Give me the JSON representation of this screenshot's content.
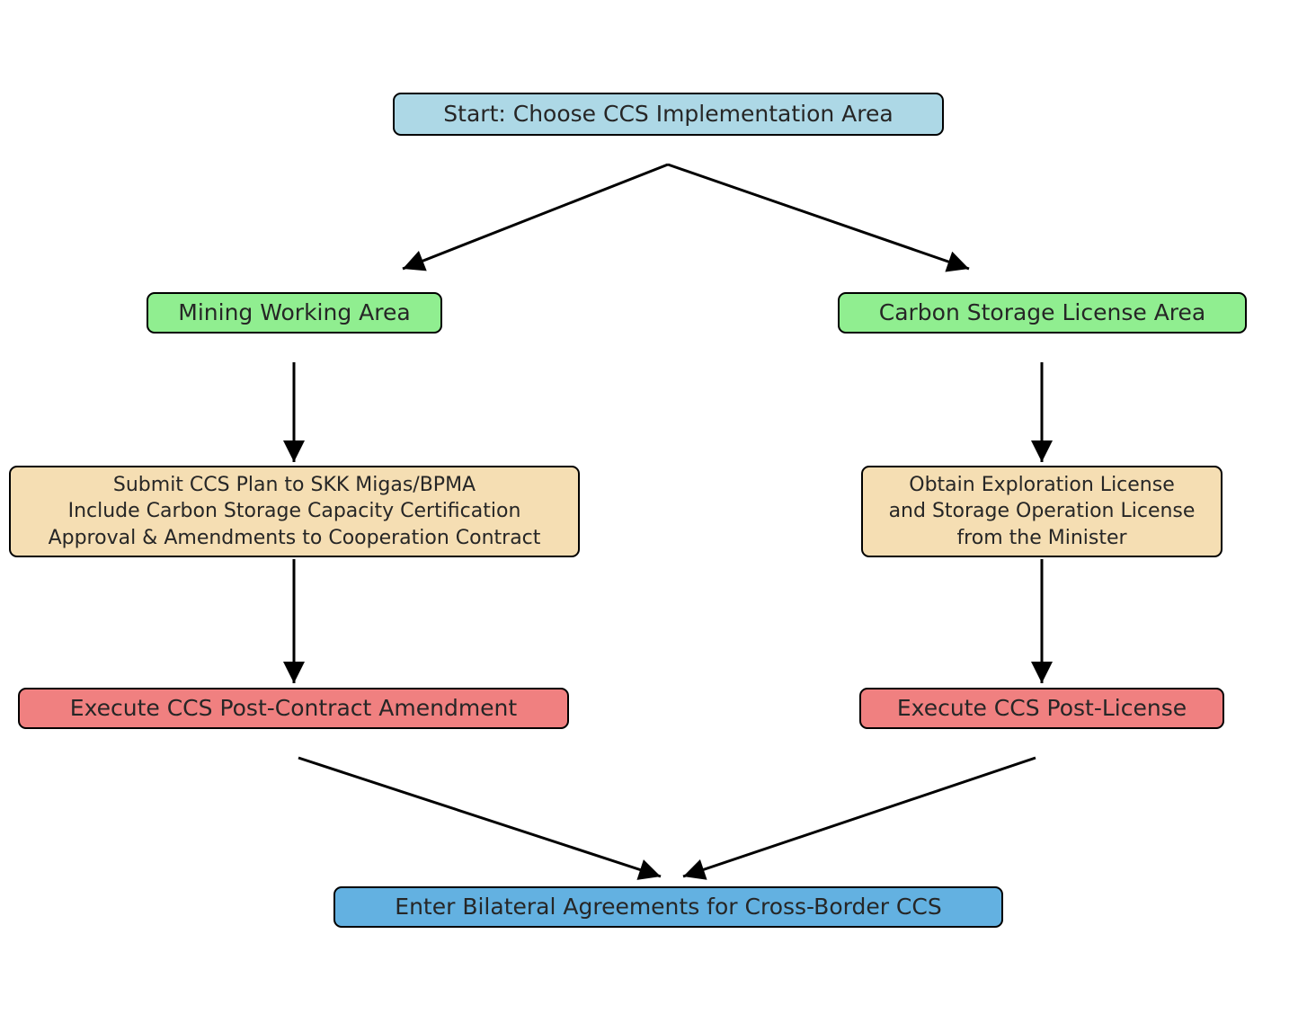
{
  "nodes": {
    "start": {
      "label": "Start: Choose CCS Implementation Area",
      "bg": "#add8e6"
    },
    "mining": {
      "label": "Mining Working Area",
      "bg": "#90ee90"
    },
    "storage_license": {
      "label": "Carbon Storage License Area",
      "bg": "#90ee90"
    },
    "submit_plan": {
      "lines": [
        "Submit CCS Plan to SKK Migas/BPMA",
        "Include Carbon Storage Capacity Certification",
        "Approval & Amendments to Cooperation Contract"
      ],
      "bg": "#f5deb3"
    },
    "obtain_license": {
      "lines": [
        "Obtain Exploration License",
        "and Storage Operation License",
        "from the Minister"
      ],
      "bg": "#f5deb3"
    },
    "post_contract": {
      "label": "Execute CCS Post-Contract Amendment",
      "bg": "#f08080"
    },
    "post_license": {
      "label": "Execute CCS Post-License",
      "bg": "#f08080"
    },
    "bilateral": {
      "label": "Enter Bilateral Agreements for Cross-Border CCS",
      "bg": "#63b1e1"
    }
  },
  "edges": [
    {
      "from": "start",
      "to": "mining"
    },
    {
      "from": "start",
      "to": "storage_license"
    },
    {
      "from": "mining",
      "to": "submit_plan"
    },
    {
      "from": "storage_license",
      "to": "obtain_license"
    },
    {
      "from": "submit_plan",
      "to": "post_contract"
    },
    {
      "from": "obtain_license",
      "to": "post_license"
    },
    {
      "from": "post_contract",
      "to": "bilateral"
    },
    {
      "from": "post_license",
      "to": "bilateral"
    }
  ],
  "colors": {
    "edge_stroke": "#000000",
    "node_border": "#000000",
    "text": "#262626",
    "background": "#ffffff"
  }
}
